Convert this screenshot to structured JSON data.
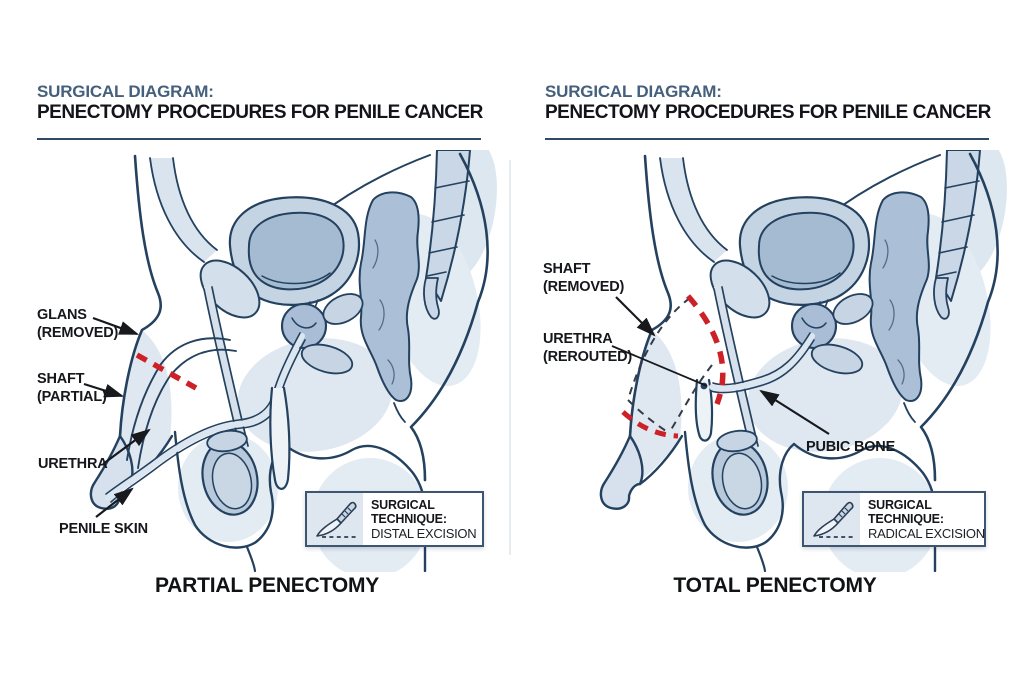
{
  "panels": [
    {
      "header_line1": "SURGICAL DIAGRAM:",
      "header_line2": "PENECTOMY PROCEDURES FOR PENILE CANCER",
      "caption": "PARTIAL PENECTOMY",
      "labels": [
        {
          "line1": "GLANS",
          "line2": "(REMOVED)"
        },
        {
          "line1": "SHAFT",
          "line2": "(PARTIAL)"
        },
        {
          "line1": "URETHRA",
          "line2": ""
        },
        {
          "line1": "PENILE SKIN",
          "line2": ""
        }
      ],
      "technique_box": {
        "bold1": "SURGICAL",
        "bold2": "TECHNIQUE:",
        "technique": "DISTAL EXCISION"
      }
    },
    {
      "header_line1": "SURGICAL DIAGRAM:",
      "header_line2": "PENECTOMY PROCEDURES FOR PENILE CANCER",
      "caption": "TOTAL PENECTOMY",
      "labels": [
        {
          "line1": "SHAFT",
          "line2": "(REMOVED)"
        },
        {
          "line1": "URETHRA",
          "line2": "(REROUTED)"
        },
        {
          "line1": "PUBIC BONE",
          "line2": ""
        }
      ],
      "technique_box": {
        "bold1": "SURGICAL",
        "bold2": "TECHNIQUE:",
        "technique": "RADICAL EXCISION"
      }
    }
  ],
  "colors": {
    "outline_navy": "#24415f",
    "cut_line_red": "#ce2027",
    "removed_dash_black": "#333c48",
    "title_blue": "#44607c",
    "title_dark": "#121419",
    "organ_blue": "#a5bbd2",
    "body_wash": "#e3ebf3"
  },
  "icons": {
    "scalpel": "scalpel-icon"
  }
}
